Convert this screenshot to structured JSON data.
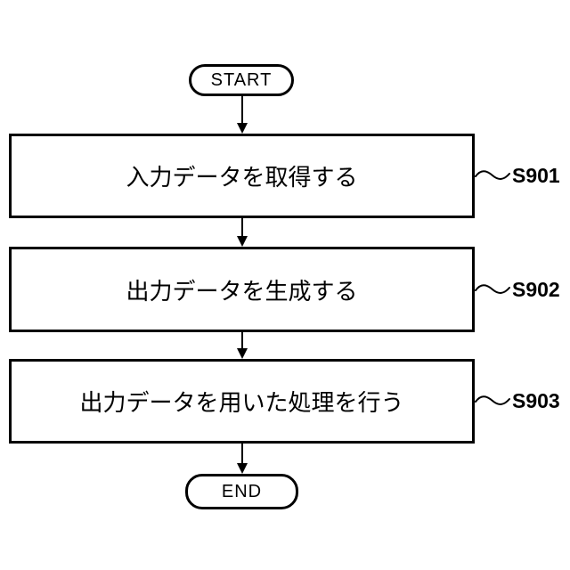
{
  "diagram": {
    "type": "flowchart",
    "start_label": "START",
    "end_label": "END",
    "steps": [
      {
        "text": "入力データを取得する",
        "ref": "S901"
      },
      {
        "text": "出力データを生成する",
        "ref": "S902"
      },
      {
        "text": "出力データを用いた処理を行う",
        "ref": "S903"
      }
    ],
    "colors": {
      "line": "#000000",
      "background": "#ffffff"
    }
  }
}
